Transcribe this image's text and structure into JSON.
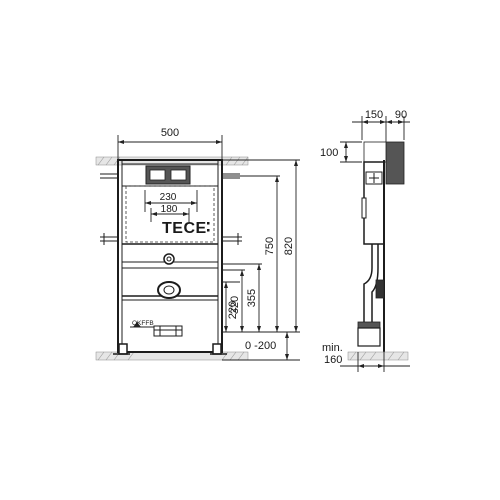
{
  "diagram": {
    "brand": "TECE",
    "front_view": {
      "width_label": "500",
      "top_inner_label": "230",
      "inner_label": "180",
      "height_750_label": "750",
      "height_820_label": "820",
      "dim_355_label": "355",
      "dim_320_label": "320",
      "dim_220_label": "220",
      "adjust_label": "0 -200",
      "floor_label": "OKFFB"
    },
    "side_view": {
      "top_a_label": "150",
      "top_b_label": "90",
      "depth_label": "100",
      "min_label": "min.",
      "min_value_label": "160"
    }
  },
  "colors": {
    "line": "#1c1c1c",
    "wall_fill": "#e6e6e6",
    "flush_plate_fill": "#555555"
  }
}
